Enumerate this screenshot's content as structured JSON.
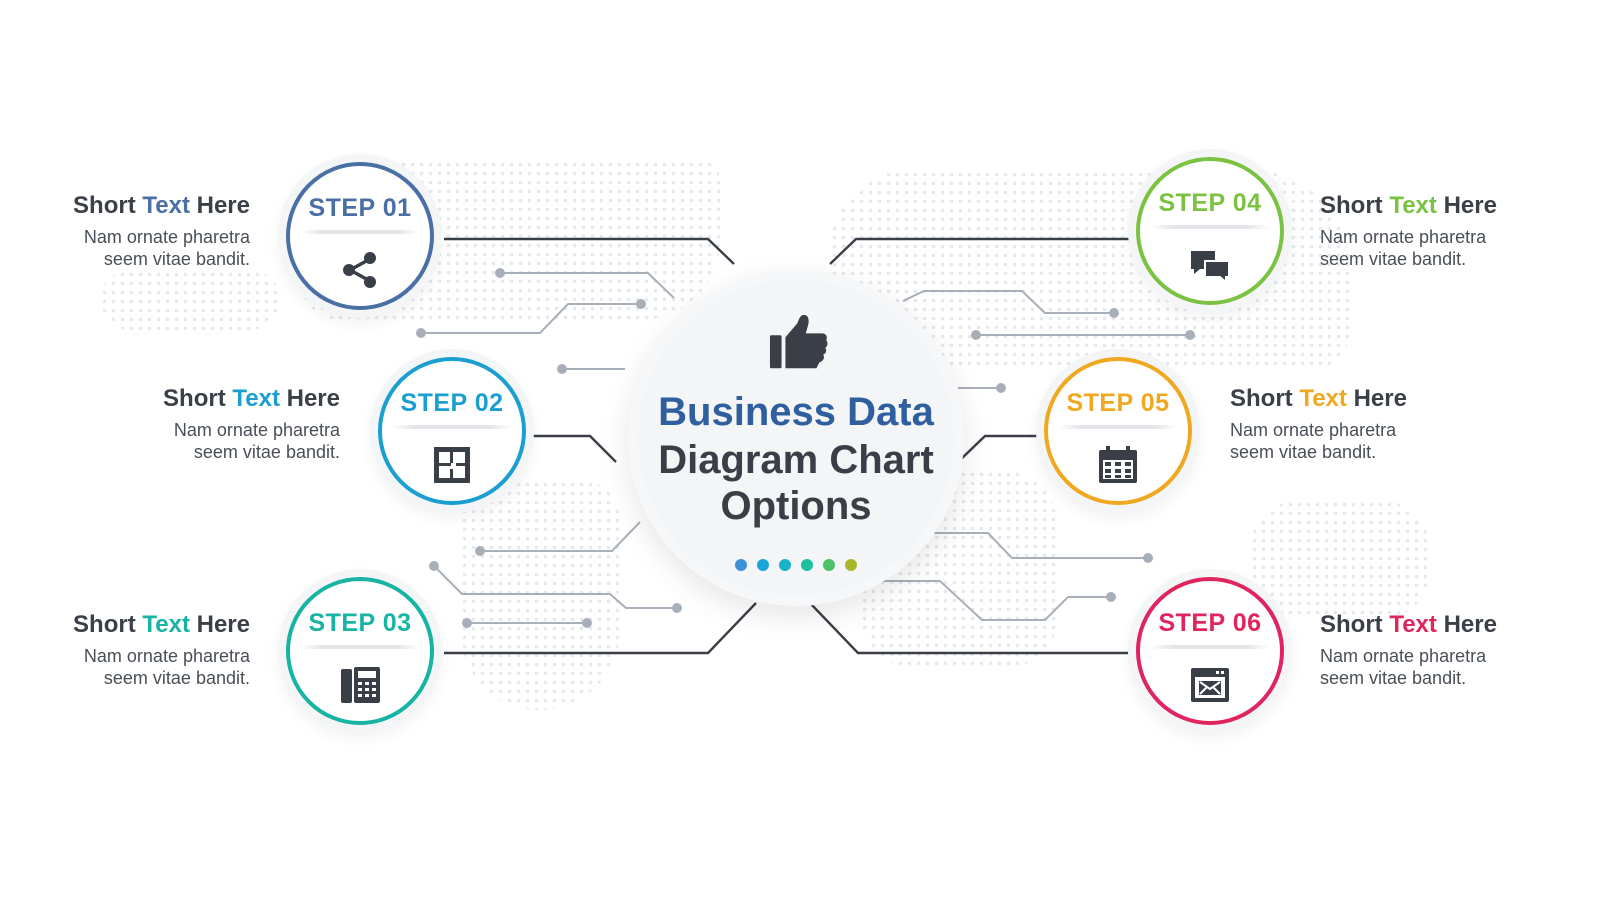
{
  "center": {
    "title_line1": "Business Data",
    "title_line2": "Diagram Chart",
    "title_line3": "Options",
    "icon": "thumbs-up-icon",
    "title_color": "#2f5f9e",
    "dark_color": "#3a3f47",
    "dot_colors": [
      "#3f8fd6",
      "#1aa5d8",
      "#17b3c6",
      "#1cbfa0",
      "#4cc266",
      "#a9b52a"
    ]
  },
  "steps": [
    {
      "label": "STEP 01",
      "icon": "share-icon",
      "color": "#4a6fa5",
      "title_pre": "Short ",
      "title_hl": "Text",
      "title_post": " Here",
      "body_line1": "Nam ornate pharetra",
      "body_line2": "seem vitae bandit."
    },
    {
      "label": "STEP 02",
      "icon": "floor-plan-icon",
      "color": "#1b9fd0",
      "title_pre": "Short ",
      "title_hl": "Text",
      "title_post": " Here",
      "body_line1": "Nam ornate pharetra",
      "body_line2": "seem vitae bandit."
    },
    {
      "label": "STEP 03",
      "icon": "office-phone-icon",
      "color": "#17b3a3",
      "title_pre": "Short ",
      "title_hl": "Text",
      "title_post": " Here",
      "body_line1": "Nam ornate pharetra",
      "body_line2": "seem vitae bandit."
    },
    {
      "label": "STEP 04",
      "icon": "chat-bubbles-icon",
      "color": "#7cc242",
      "title_pre": "Short ",
      "title_hl": "Text",
      "title_post": " Here",
      "body_line1": "Nam ornate pharetra",
      "body_line2": "seem vitae bandit."
    },
    {
      "label": "STEP 05",
      "icon": "calendar-icon",
      "color": "#f0a820",
      "title_pre": "Short ",
      "title_hl": "Text",
      "title_post": " Here",
      "body_line1": "Nam ornate pharetra",
      "body_line2": "seem vitae bandit."
    },
    {
      "label": "STEP 06",
      "icon": "email-window-icon",
      "color": "#e0245e",
      "title_pre": "Short ",
      "title_hl": "Text",
      "title_post": " Here",
      "body_line1": "Nam ornate pharetra",
      "body_line2": "seem vitae bandit."
    }
  ],
  "colors": {
    "wire_dark": "#3a3f47",
    "wire_light": "#a9afb9",
    "icon": "#3a3f47"
  }
}
